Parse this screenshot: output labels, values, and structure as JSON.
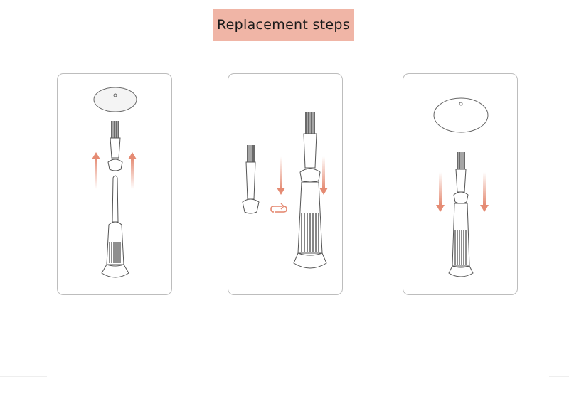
{
  "title": "Replacement steps",
  "colors": {
    "title_bg": "#f0b5a6",
    "arrow": "#e58b73",
    "outline": "#555555",
    "panel_border": "#bdbdbd"
  },
  "steps": [
    {
      "icon": "remove-brush-head-icon",
      "arrow_direction": "up"
    },
    {
      "icon": "attach-brush-head-icon",
      "arrow_direction": "down"
    },
    {
      "icon": "cap-brush-icon",
      "arrow_direction": "down"
    }
  ]
}
